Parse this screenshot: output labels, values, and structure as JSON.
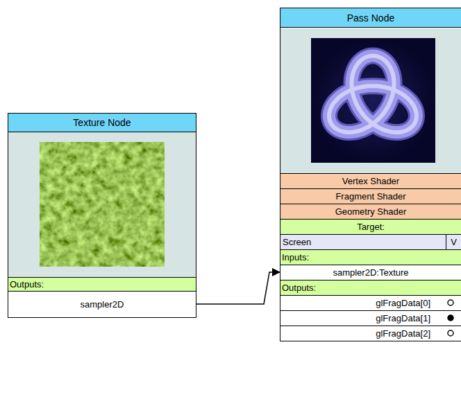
{
  "diagram": {
    "nodes": [
      {
        "text": [
          "Texture Node"
        ]
      },
      {
        "text": [
          "Outputs:"
        ],
        "in": 0
      },
      {
        "text": [
          "sampler2D"
        ],
        "in": 0
      },
      {
        "text": [
          "Pass Node"
        ]
      },
      {
        "text": [
          "Vertex Shader"
        ],
        "in": 3
      },
      {
        "text": [
          "Fragment Shader"
        ],
        "in": 3
      },
      {
        "text": [
          "Geometry Shader"
        ],
        "in": 3
      },
      {
        "text": [
          "Target:"
        ],
        "in": 3
      },
      {
        "text": [
          "Screen"
        ],
        "in": 3
      },
      {
        "text": [
          "V"
        ],
        "in": 3
      },
      {
        "text": [
          "Inputs:"
        ],
        "in": 3
      },
      {
        "text": [
          "sampler2D:Texture"
        ],
        "in": 3
      },
      {
        "text": [
          "Outputs:"
        ],
        "in": 3
      },
      {
        "text": [
          "glFragData[0]"
        ],
        "in": 3
      },
      {
        "text": [
          "glFragData[1]"
        ],
        "in": 3
      },
      {
        "text": [
          "glFragData[2]"
        ],
        "in": 3
      }
    ],
    "edges": [
      {
        "from": 2,
        "to": 11,
        "arrow": "to"
      }
    ]
  }
}
